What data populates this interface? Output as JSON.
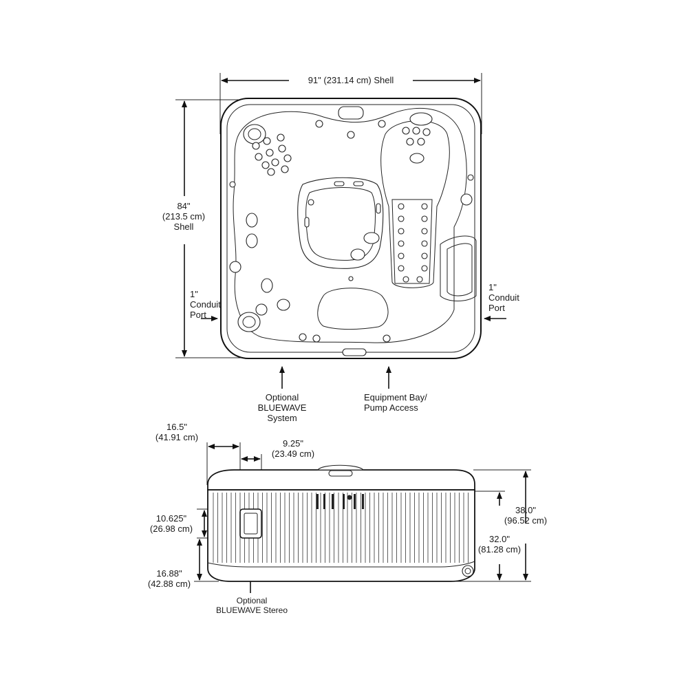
{
  "top_view": {
    "width_label": "91\" (231.14 cm) Shell",
    "depth_label": [
      "84\"",
      "(213.5 cm)",
      "Shell"
    ],
    "conduit_left": [
      "1\"",
      "Conduit",
      "Port"
    ],
    "conduit_right": [
      "1\"",
      "Conduit",
      "Port"
    ],
    "bluewave_system": [
      "Optional",
      "BLUEWAVE",
      "System"
    ],
    "equipment_bay": [
      "Equipment Bay/",
      "Pump Access"
    ]
  },
  "side_view": {
    "dim_16_5": [
      "16.5\"",
      "(41.91 cm)"
    ],
    "dim_9_25": [
      "9.25\"",
      "(23.49 cm)"
    ],
    "dim_10_625": [
      "10.625\"",
      "(26.98 cm)"
    ],
    "dim_16_88": [
      "16.88\"",
      "(42.88 cm)"
    ],
    "dim_38": [
      "38.0\"",
      "(96.52 cm)"
    ],
    "dim_32": [
      "32.0\"",
      "(81.28 cm)"
    ],
    "bluewave_stereo": [
      "Optional",
      "BLUEWAVE Stereo"
    ]
  }
}
